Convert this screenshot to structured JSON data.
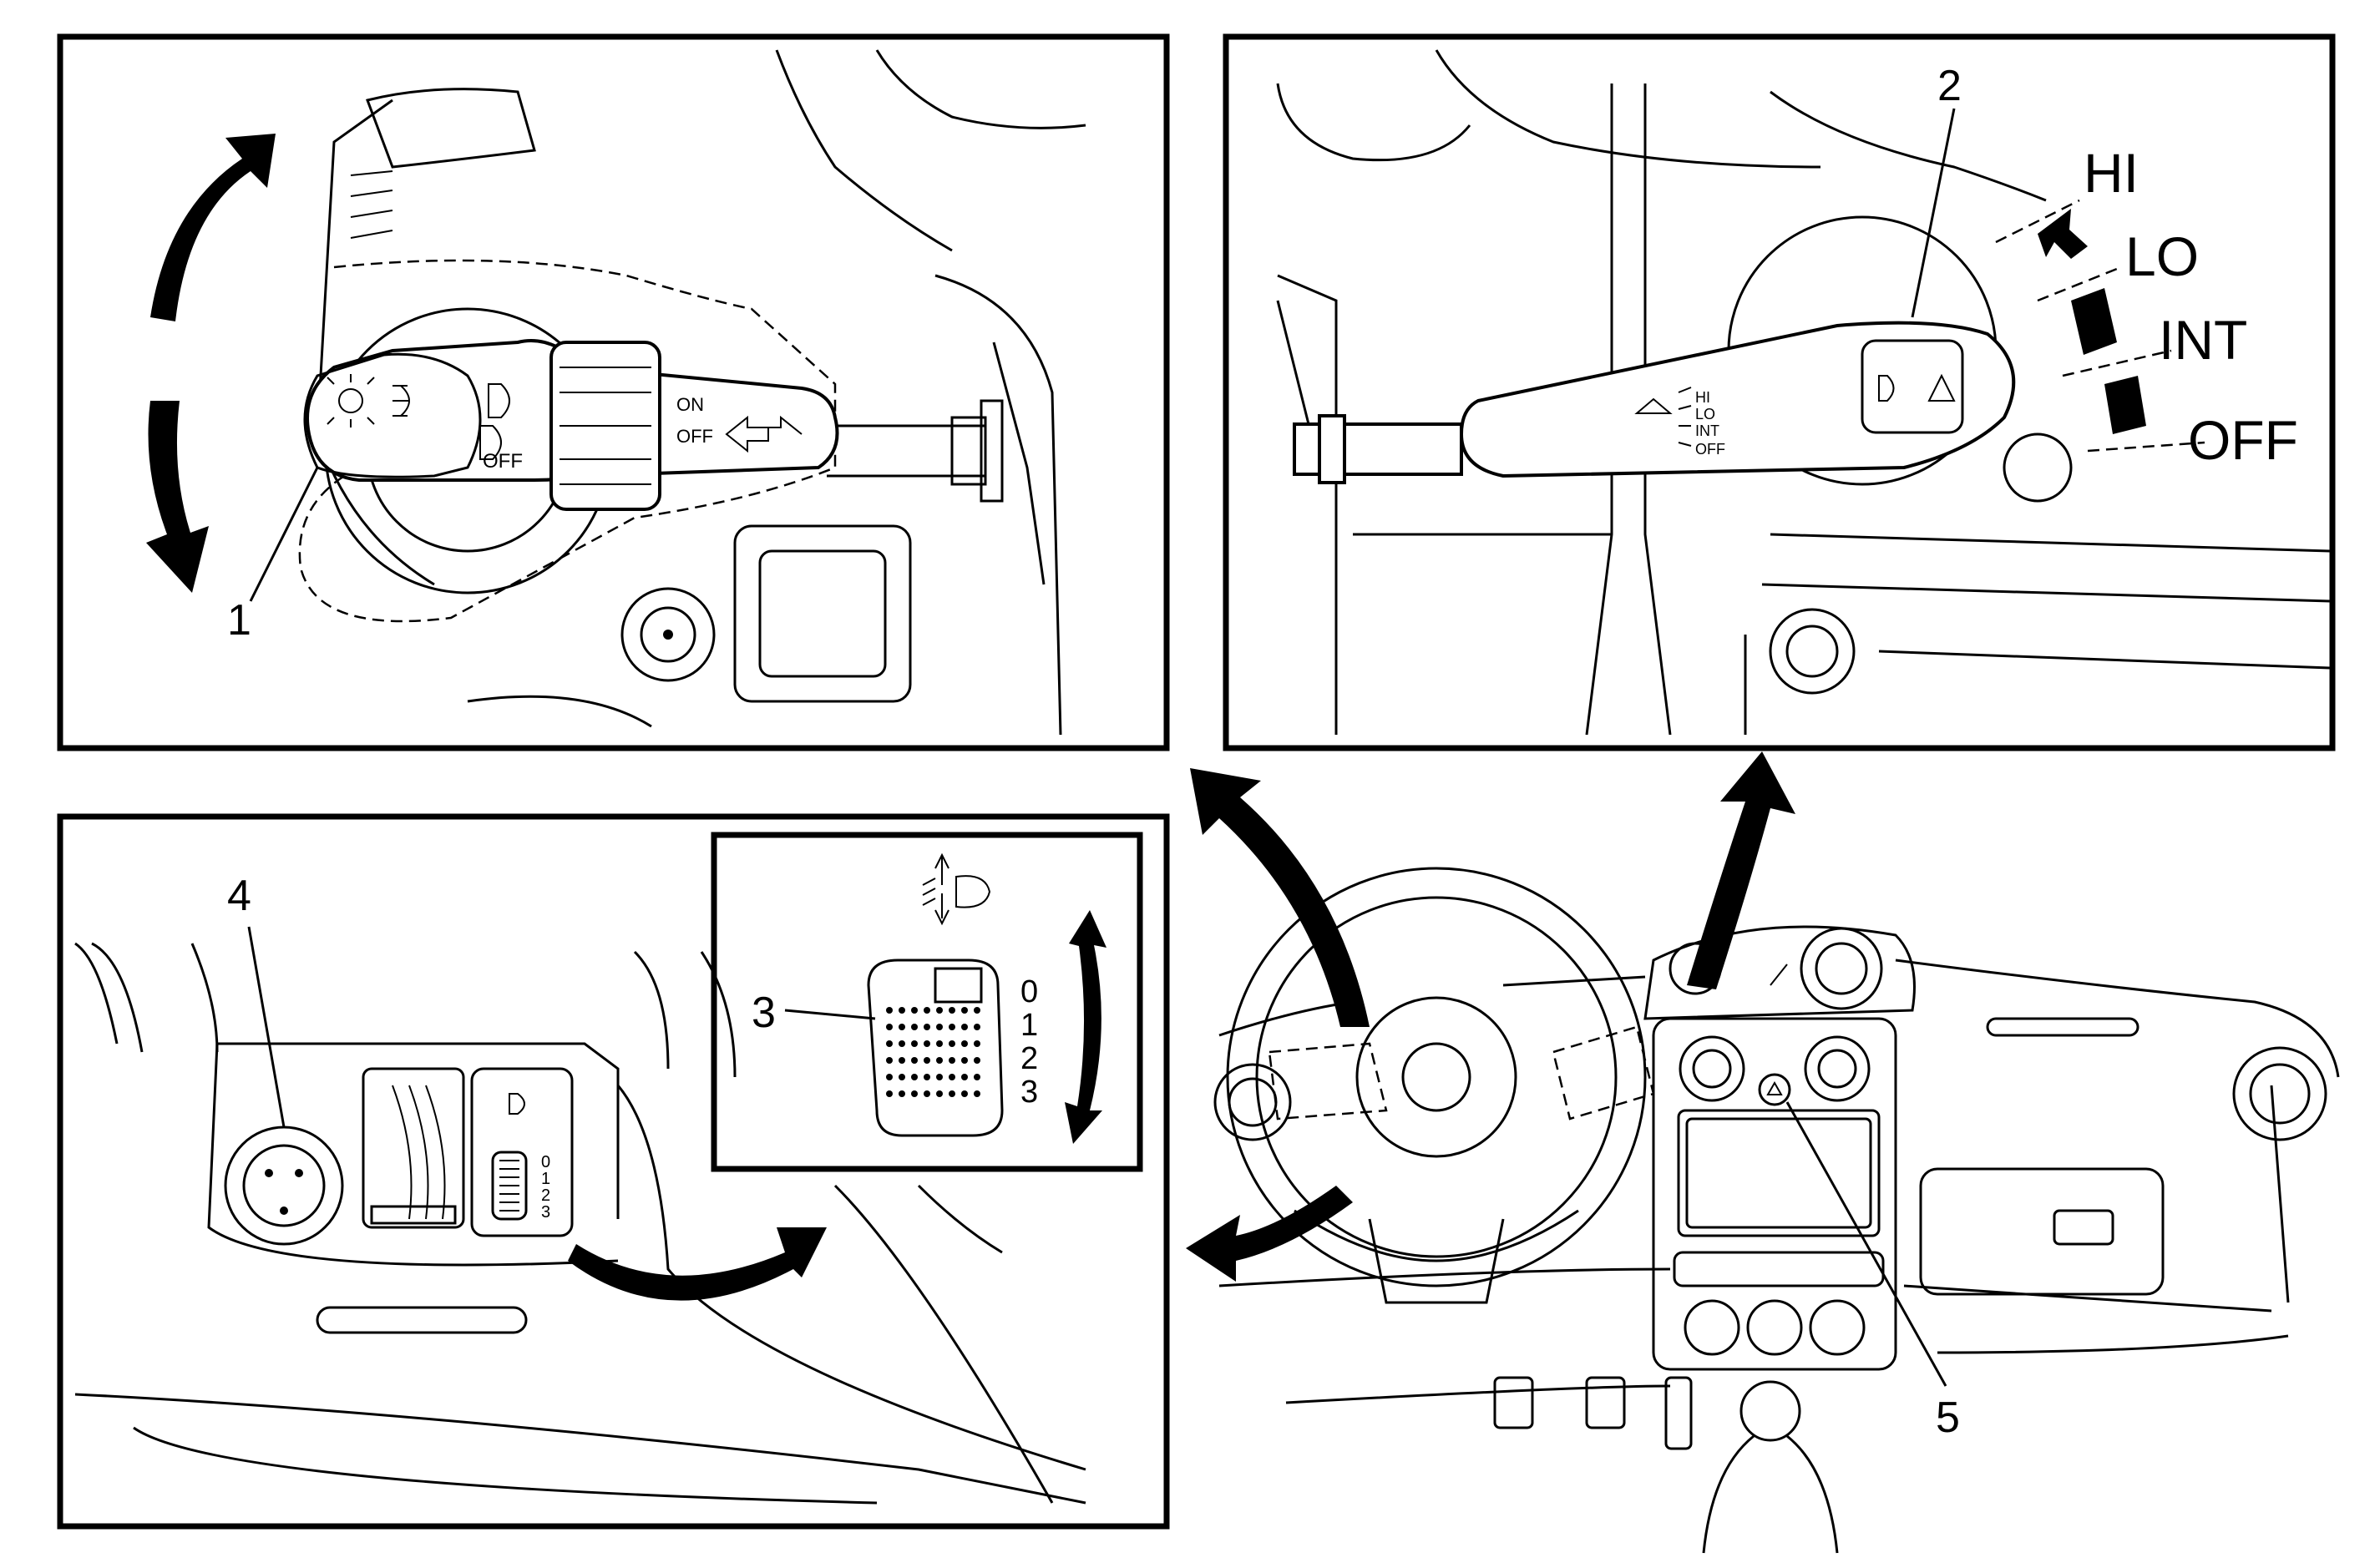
{
  "panels": {
    "top_left": {
      "callout": "1",
      "stalk_marks": {
        "off": "OFF",
        "on": "ON",
        "off2": "OFF"
      }
    },
    "top_right": {
      "callout": "2",
      "positions": [
        "HI",
        "LO",
        "INT",
        "OFF"
      ],
      "stalk_marks": [
        "HI",
        "LO",
        "INT",
        "OFF"
      ]
    },
    "bottom_left": {
      "callout": "4",
      "dial_marks": [
        "0",
        "1",
        "2",
        "3"
      ]
    },
    "inset": {
      "callout": "3",
      "dial_marks": [
        "0",
        "1",
        "2",
        "3"
      ]
    },
    "dashboard": {
      "callout": "5"
    }
  }
}
